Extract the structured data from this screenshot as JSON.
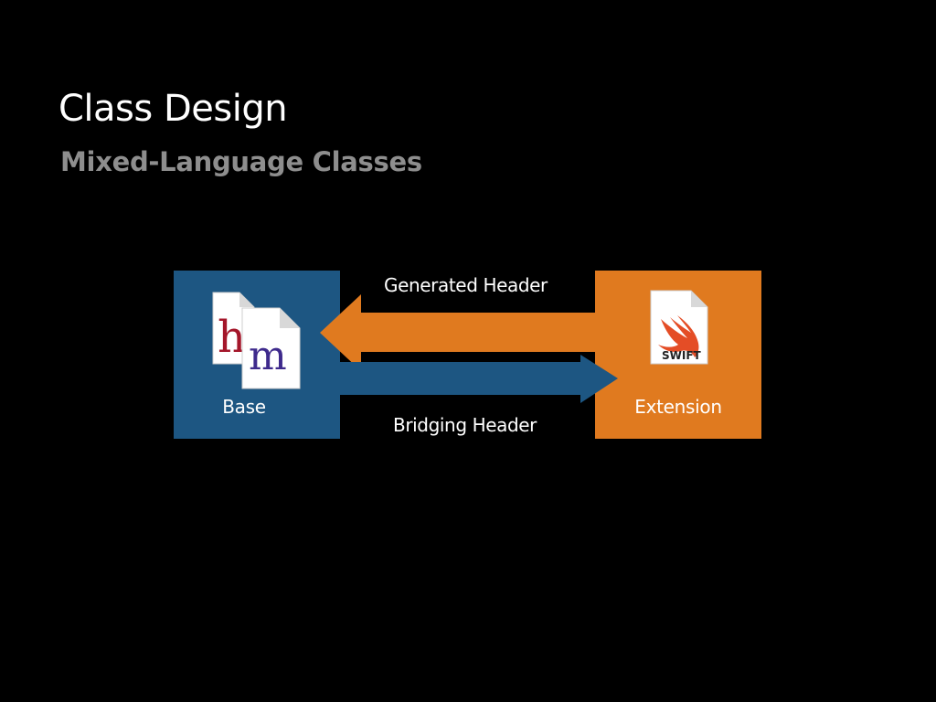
{
  "slide": {
    "title": "Class Design",
    "subtitle": "Mixed-Language Classes"
  },
  "diagram": {
    "base_box": {
      "label": "Base",
      "color": "#1d5682",
      "files": [
        {
          "icon": "h-header-file-icon",
          "glyph": "h",
          "glyph_color": "#a4162a"
        },
        {
          "icon": "m-implementation-file-icon",
          "glyph": "m",
          "glyph_color": "#3e2a8c"
        }
      ]
    },
    "extension_box": {
      "label": "Extension",
      "color": "#e07a1f",
      "files": [
        {
          "icon": "swift-file-icon",
          "glyph": "SWIFT",
          "glyph_color": "#e44d26"
        }
      ]
    },
    "arrows": [
      {
        "label": "Generated Header",
        "direction": "extension-to-base",
        "color": "#e07a1f"
      },
      {
        "label": "Bridging Header",
        "direction": "base-to-extension",
        "color": "#1d5682"
      }
    ]
  }
}
